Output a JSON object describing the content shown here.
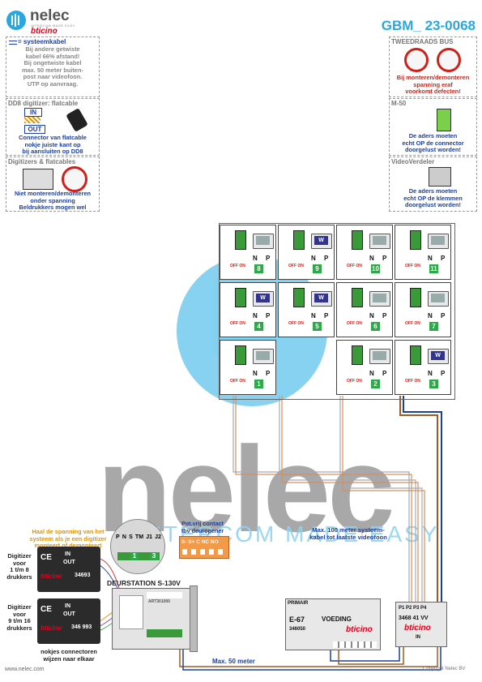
{
  "header": {
    "brand": "nelec",
    "brand_tagline": "INTERCOM MADE EASY",
    "brand_bticino": "bticino",
    "doc_code": "GBM_ 23-0068"
  },
  "boxes": {
    "systeemkabel": {
      "title": "= systeemkabel",
      "lines": [
        "Bij andere getwiste",
        "kabel 66% afstand!",
        "Bij ongetwiste kabel",
        "max. 50 meter buiten-",
        "post naar videofoon.",
        "UTP op aanvraag."
      ]
    },
    "dd8": {
      "title": "DD8 digitizer: flatcable",
      "in_label": "IN",
      "out_label": "OUT",
      "lines": [
        "Connector van flatcable",
        "nokje juiste kant op",
        "bij aansluiten op DD8"
      ]
    },
    "digitizers": {
      "title": "Digitizers & flatcables",
      "lines": [
        "Niet monteren/demonteren",
        "onder spanning",
        "Beldrukkers mogen wel"
      ]
    },
    "tweedraads": {
      "title": "TWEEDRAADS BUS",
      "lines": [
        "Bij monteren/demonteren",
        "spanning eraf",
        "voorkomt defecten!"
      ]
    },
    "m50": {
      "title": "M-50",
      "lines": [
        "De aders moeten",
        "echt OP de connector",
        "doorgelust worden!"
      ]
    },
    "videoverdeler": {
      "title": "VideoVerdeler",
      "lines": [
        "De aders moeten",
        "echt OP de klemmen",
        "doorgelust worden!"
      ]
    }
  },
  "units": {
    "n_label": "N",
    "p_label": "P",
    "off_on": "OFF ON",
    "screen_w": "W",
    "numbers": [
      "8",
      "9",
      "10",
      "11",
      "4",
      "5",
      "6",
      "7",
      "1",
      "2",
      "3"
    ]
  },
  "annotations": {
    "spanning": [
      "Haal de spanning van het",
      "systeem als je een digitizer",
      "monteert of demonteert"
    ],
    "digitizer_1": [
      "Digitizer",
      "voor",
      "1 t/m 8",
      "drukkers"
    ],
    "digitizer_2": [
      "Digitizer",
      "voor",
      "9 t/m 16",
      "drukkers"
    ],
    "nokjes": [
      "nokjes connectoren",
      "wijzen naar elkaar"
    ],
    "potvrij": [
      "Pot.vrij contact",
      "tbv deuropener"
    ],
    "max100": [
      "Max. 100 meter systeem-",
      "kabel tot laatste videofoon"
    ],
    "max50": "Max. 50 meter",
    "deurstation": "DEURSTATION S-130V",
    "contacts": "S-  S+ C NC NO",
    "pnstm": [
      "P",
      "N",
      "S",
      "TM",
      "J1",
      "J2"
    ],
    "pnstm_num1": "1",
    "pnstm_num2": "3"
  },
  "devices": {
    "digitizer_code_1": "34693",
    "digitizer_code_2": "346 993",
    "in": "IN",
    "out": "OUT",
    "ce": "CE",
    "primaire": "PRIMAIR",
    "e67": "E-67",
    "voeding": "VOEDING",
    "voeding_code": "346050",
    "vv_ports": "P1 P2 P3 P4",
    "vv_code": "3468 41  VV",
    "art_label": "ART301000"
  },
  "footer": {
    "website": "www.nelec.com",
    "copyright": "Copyright Nelec BV"
  },
  "watermark": {
    "text": "nelec",
    "sub": "INTERCOM MADE EASY"
  },
  "colors": {
    "green": "#2ea84a",
    "blue": "#1d3f9e",
    "red": "#c8281e",
    "orange": "#e59400",
    "header_blue": "#29a8e0",
    "bticino_red": "#e3001b"
  }
}
